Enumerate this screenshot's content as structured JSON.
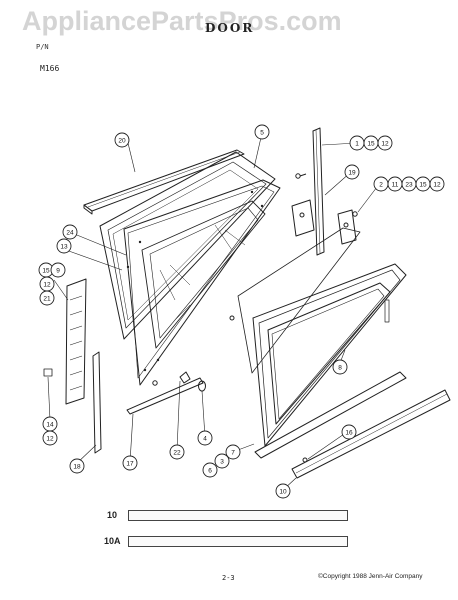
{
  "watermark": "AppliancePartsPros.com",
  "header": {
    "lines": [
      "",
      "",
      "P/N"
    ],
    "section_title": "DOOR",
    "model_code": "M166"
  },
  "callouts": {
    "c1": "1",
    "c2": "2",
    "c3": "3",
    "c4": "4",
    "c5": "5",
    "c6": "6",
    "c7": "7",
    "c8": "8",
    "c9": "9",
    "c10": "10",
    "c11": "11",
    "c12": "12",
    "c13": "13",
    "c14": "14",
    "c15": "15",
    "c16": "16",
    "c17": "17",
    "c18": "18",
    "c19": "19",
    "c20": "20",
    "c21": "21",
    "c22": "22",
    "c23": "23",
    "c24": "24"
  },
  "kits": [
    {
      "label": "10"
    },
    {
      "label": "10A"
    }
  ],
  "footer": {
    "page_number": "2-3",
    "copyright": "©Copyright 1988 Jenn-Air Company"
  }
}
